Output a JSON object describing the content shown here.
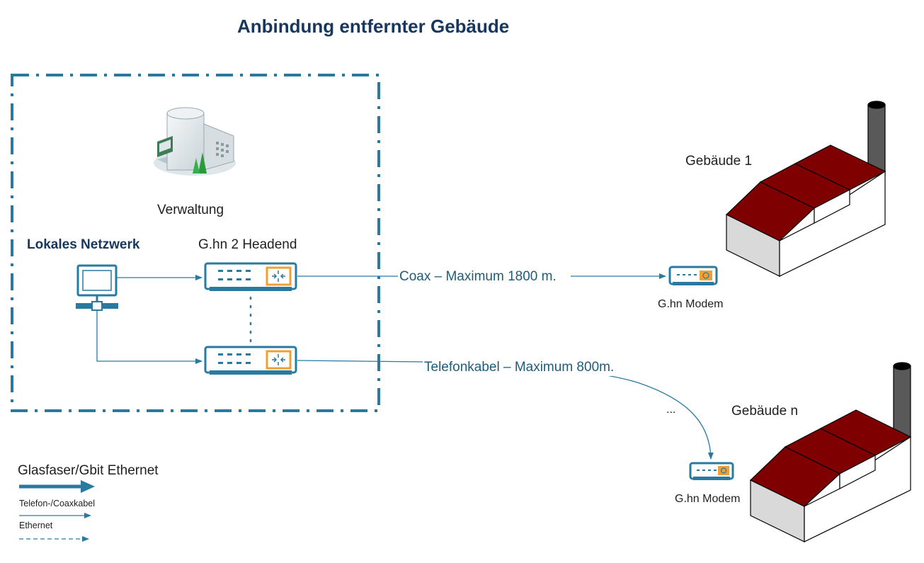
{
  "title": "Anbindung entfernter Gebäude",
  "office": {
    "building_label": "Verwaltung",
    "lan_label": "Lokales Netzwerk",
    "headend_label": "G.hn 2 Headend"
  },
  "links": {
    "coax_label": "Coax – Maximum 1800 m.",
    "phone_label": "Telefonkabel – Maximum 800m.",
    "ellipsis": "..."
  },
  "remote": {
    "building1_label": "Gebäude 1",
    "buildingn_label": "Gebäude n",
    "modem1_label": "G.hn Modem",
    "modem2_label": "G.hn Modem"
  },
  "legend": {
    "fiber_label": "Glasfaser/Gbit Ethernet",
    "copper_label": "Telefon-/Coaxkabel",
    "ethernet_label": "Ethernet"
  },
  "colors": {
    "accent": "#2a7aa0",
    "title": "#17375e",
    "roof": "#7f0000",
    "switch_port": "#f0a030"
  }
}
